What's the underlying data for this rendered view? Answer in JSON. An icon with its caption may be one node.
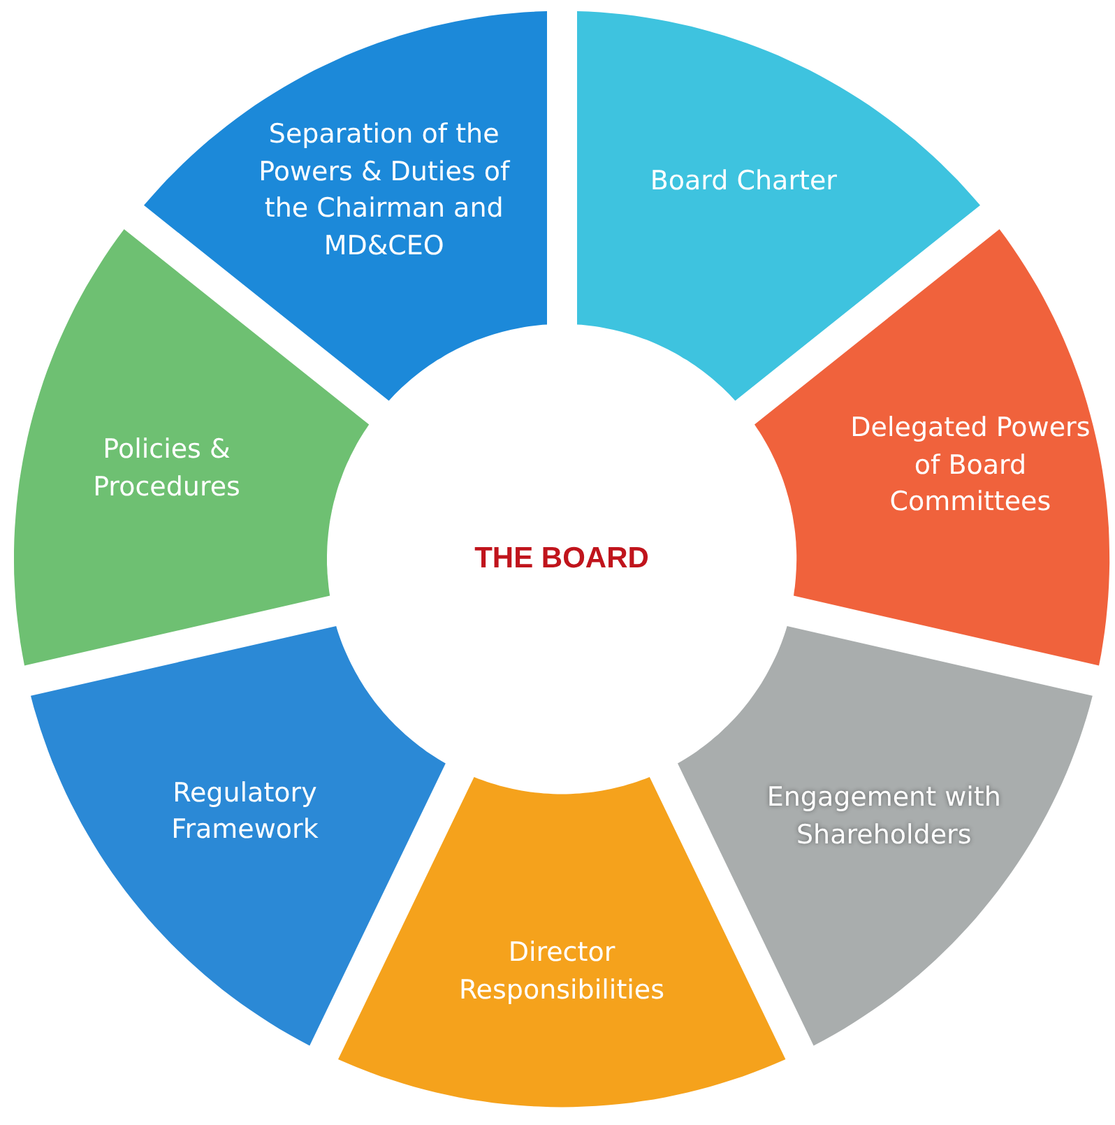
{
  "diagram": {
    "nodes": [
      {
        "text": [
          "Separation of the Powers & Duties of the Chairman and MD&CEO"
        ]
      },
      {
        "text": [
          "Board Charter"
        ]
      },
      {
        "text": [
          "Policies & Procedures"
        ]
      },
      {
        "text": [
          "THE BOARD"
        ]
      },
      {
        "text": [
          "Delegated Powers of Board Committees"
        ]
      },
      {
        "text": [
          "Regulatory Framework"
        ]
      },
      {
        "text": [
          "Engagement with Shareholders"
        ]
      },
      {
        "text": [
          "Director Responsibilities"
        ]
      }
    ]
  }
}
